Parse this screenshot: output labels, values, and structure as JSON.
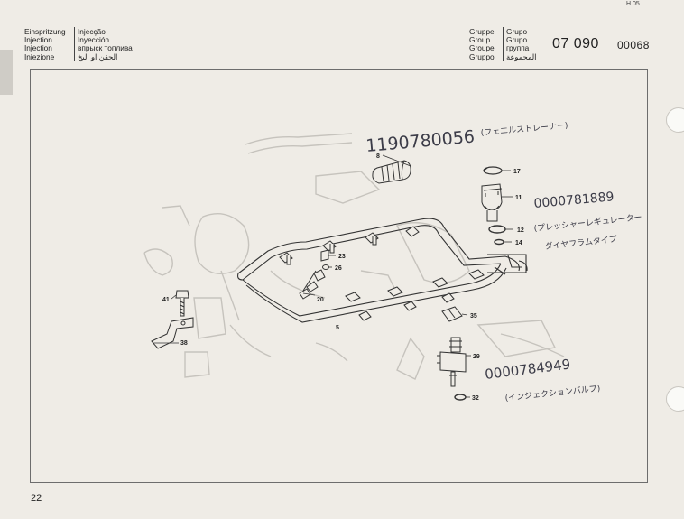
{
  "corner_code": "H 05",
  "header": {
    "col1": [
      "Einspritzung",
      "Injection",
      "Injection",
      "Iniezione"
    ],
    "col2": [
      "Injecção",
      "Inyección",
      "впрыск топлива",
      "الحقن او البخ"
    ],
    "col3": [
      "Gruppe",
      "Group",
      "Groupe",
      "Gruppo"
    ],
    "col4": [
      "Grupo",
      "Grupo",
      "группа",
      "المجموعة"
    ],
    "group_number": "07 090",
    "sheet_number": "00068"
  },
  "page_number": "22",
  "diagram": {
    "callouts": [
      {
        "id": "c8",
        "label": "8"
      },
      {
        "id": "c17",
        "label": "17"
      },
      {
        "id": "c11",
        "label": "11"
      },
      {
        "id": "c12",
        "label": "12"
      },
      {
        "id": "c14",
        "label": "14"
      },
      {
        "id": "c23",
        "label": "23"
      },
      {
        "id": "c26",
        "label": "26"
      },
      {
        "id": "c20",
        "label": "20"
      },
      {
        "id": "c41",
        "label": "41"
      },
      {
        "id": "c38",
        "label": "38"
      },
      {
        "id": "c5",
        "label": "5"
      },
      {
        "id": "c35",
        "label": "35"
      },
      {
        "id": "c29",
        "label": "29"
      },
      {
        "id": "c32",
        "label": "32"
      }
    ],
    "handwritten": {
      "filter_part_no": "1190780056",
      "filter_note": "(フェエルストレーナー)",
      "regulator_part_no": "0000781889",
      "regulator_note_1": "(プレッシャーレギュレーター",
      "regulator_note_2": "ダイヤフラムタイプ",
      "injector_part_no": "0000784949",
      "injector_note": "(インジェクションバルブ)"
    }
  }
}
